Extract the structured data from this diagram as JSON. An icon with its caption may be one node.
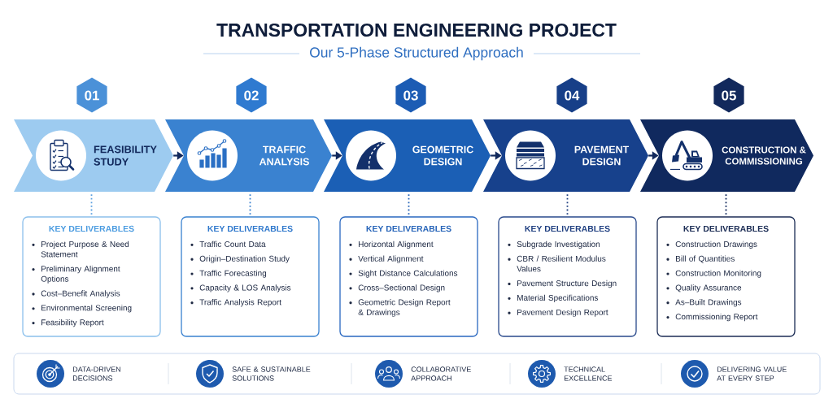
{
  "diagram": {
    "title": "TRANSPORTATION ENGINEERING PROJECT",
    "nodes": [
      {
        "text": [
          "01"
        ]
      },
      {
        "text": [
          "02"
        ]
      },
      {
        "text": [
          "03"
        ]
      },
      {
        "text": [
          "04"
        ]
      },
      {
        "text": [
          "05"
        ]
      },
      {
        "text": [
          "FEASIBILITY STUDY"
        ]
      },
      {
        "text": [
          "TRAFFIC ANALYSIS"
        ]
      },
      {
        "text": [
          "GEOMETRIC DESIGN"
        ]
      },
      {
        "text": [
          "PAVEMENT DESIGN"
        ]
      },
      {
        "text": [
          "CONSTRUCTION & COMMISSIONING"
        ]
      },
      {
        "text": [
          "KEY DELIVERABLES",
          "Project Purpose & Need Statement",
          "Preliminary Alignment Options",
          "Cost–Benefit Analysis",
          "Environmental Screening",
          "Feasibility Report"
        ]
      },
      {
        "text": [
          "KEY DELIVERABLES",
          "Traffic Count Data",
          "Origin–Destination Study",
          "Traffic Forecasting",
          "Capacity & LOS Analysis",
          "Traffic Analysis Report"
        ]
      },
      {
        "text": [
          "KEY DELIVERABLES",
          "Horizontal Alignment",
          "Vertical Alignment",
          "Sight Distance Calculations",
          "Cross–Sectional Design",
          "Geometric Design Report & Drawings"
        ]
      },
      {
        "text": [
          "KEY DELIVERABLES",
          "Subgrade Investigation",
          "CBR / Resilient Modulus Values",
          "Pavement Structure Design",
          "Material Specifications",
          "Pavement Design Report"
        ]
      },
      {
        "text": [
          "KEY DELIVERABLES",
          "Construction Drawings",
          "Bill of Quantities",
          "Construction Monitoring",
          "Quality Assurance",
          "As–Built Drawings",
          "Commissioning Report"
        ]
      },
      {
        "text": [
          "DATA-DRIVEN DECISIONS",
          "SAFE & SUSTAINABLE SOLUTIONS",
          "COLLABORATIVE APPROACH",
          "TECHNICAL EXCELLENCE",
          "DELIVERING VALUE AT EVERY STEP"
        ]
      }
    ],
    "edges": [
      {
        "from": 5,
        "to": 6,
        "arrow": "to"
      },
      {
        "from": 6,
        "to": 7,
        "arrow": "to"
      },
      {
        "from": 7,
        "to": 8,
        "arrow": "to"
      },
      {
        "from": 8,
        "to": 9,
        "arrow": "to"
      },
      {
        "from": 5,
        "to": 10,
        "arrow": "none",
        "style": "dashed",
        "color": "#5a9fe0"
      },
      {
        "from": 6,
        "to": 11,
        "arrow": "none",
        "style": "dashed",
        "color": "#3a82d0"
      },
      {
        "from": 7,
        "to": 12,
        "arrow": "none",
        "style": "dashed",
        "color": "#2563b8"
      },
      {
        "from": 8,
        "to": 13,
        "arrow": "none",
        "style": "dashed",
        "color": "#1f3f80"
      },
      {
        "from": 9,
        "to": 14,
        "arrow": "none",
        "style": "dashed"
      }
    ],
    "labels": [
      "Our 5-Phase Structured Approach"
    ]
  }
}
